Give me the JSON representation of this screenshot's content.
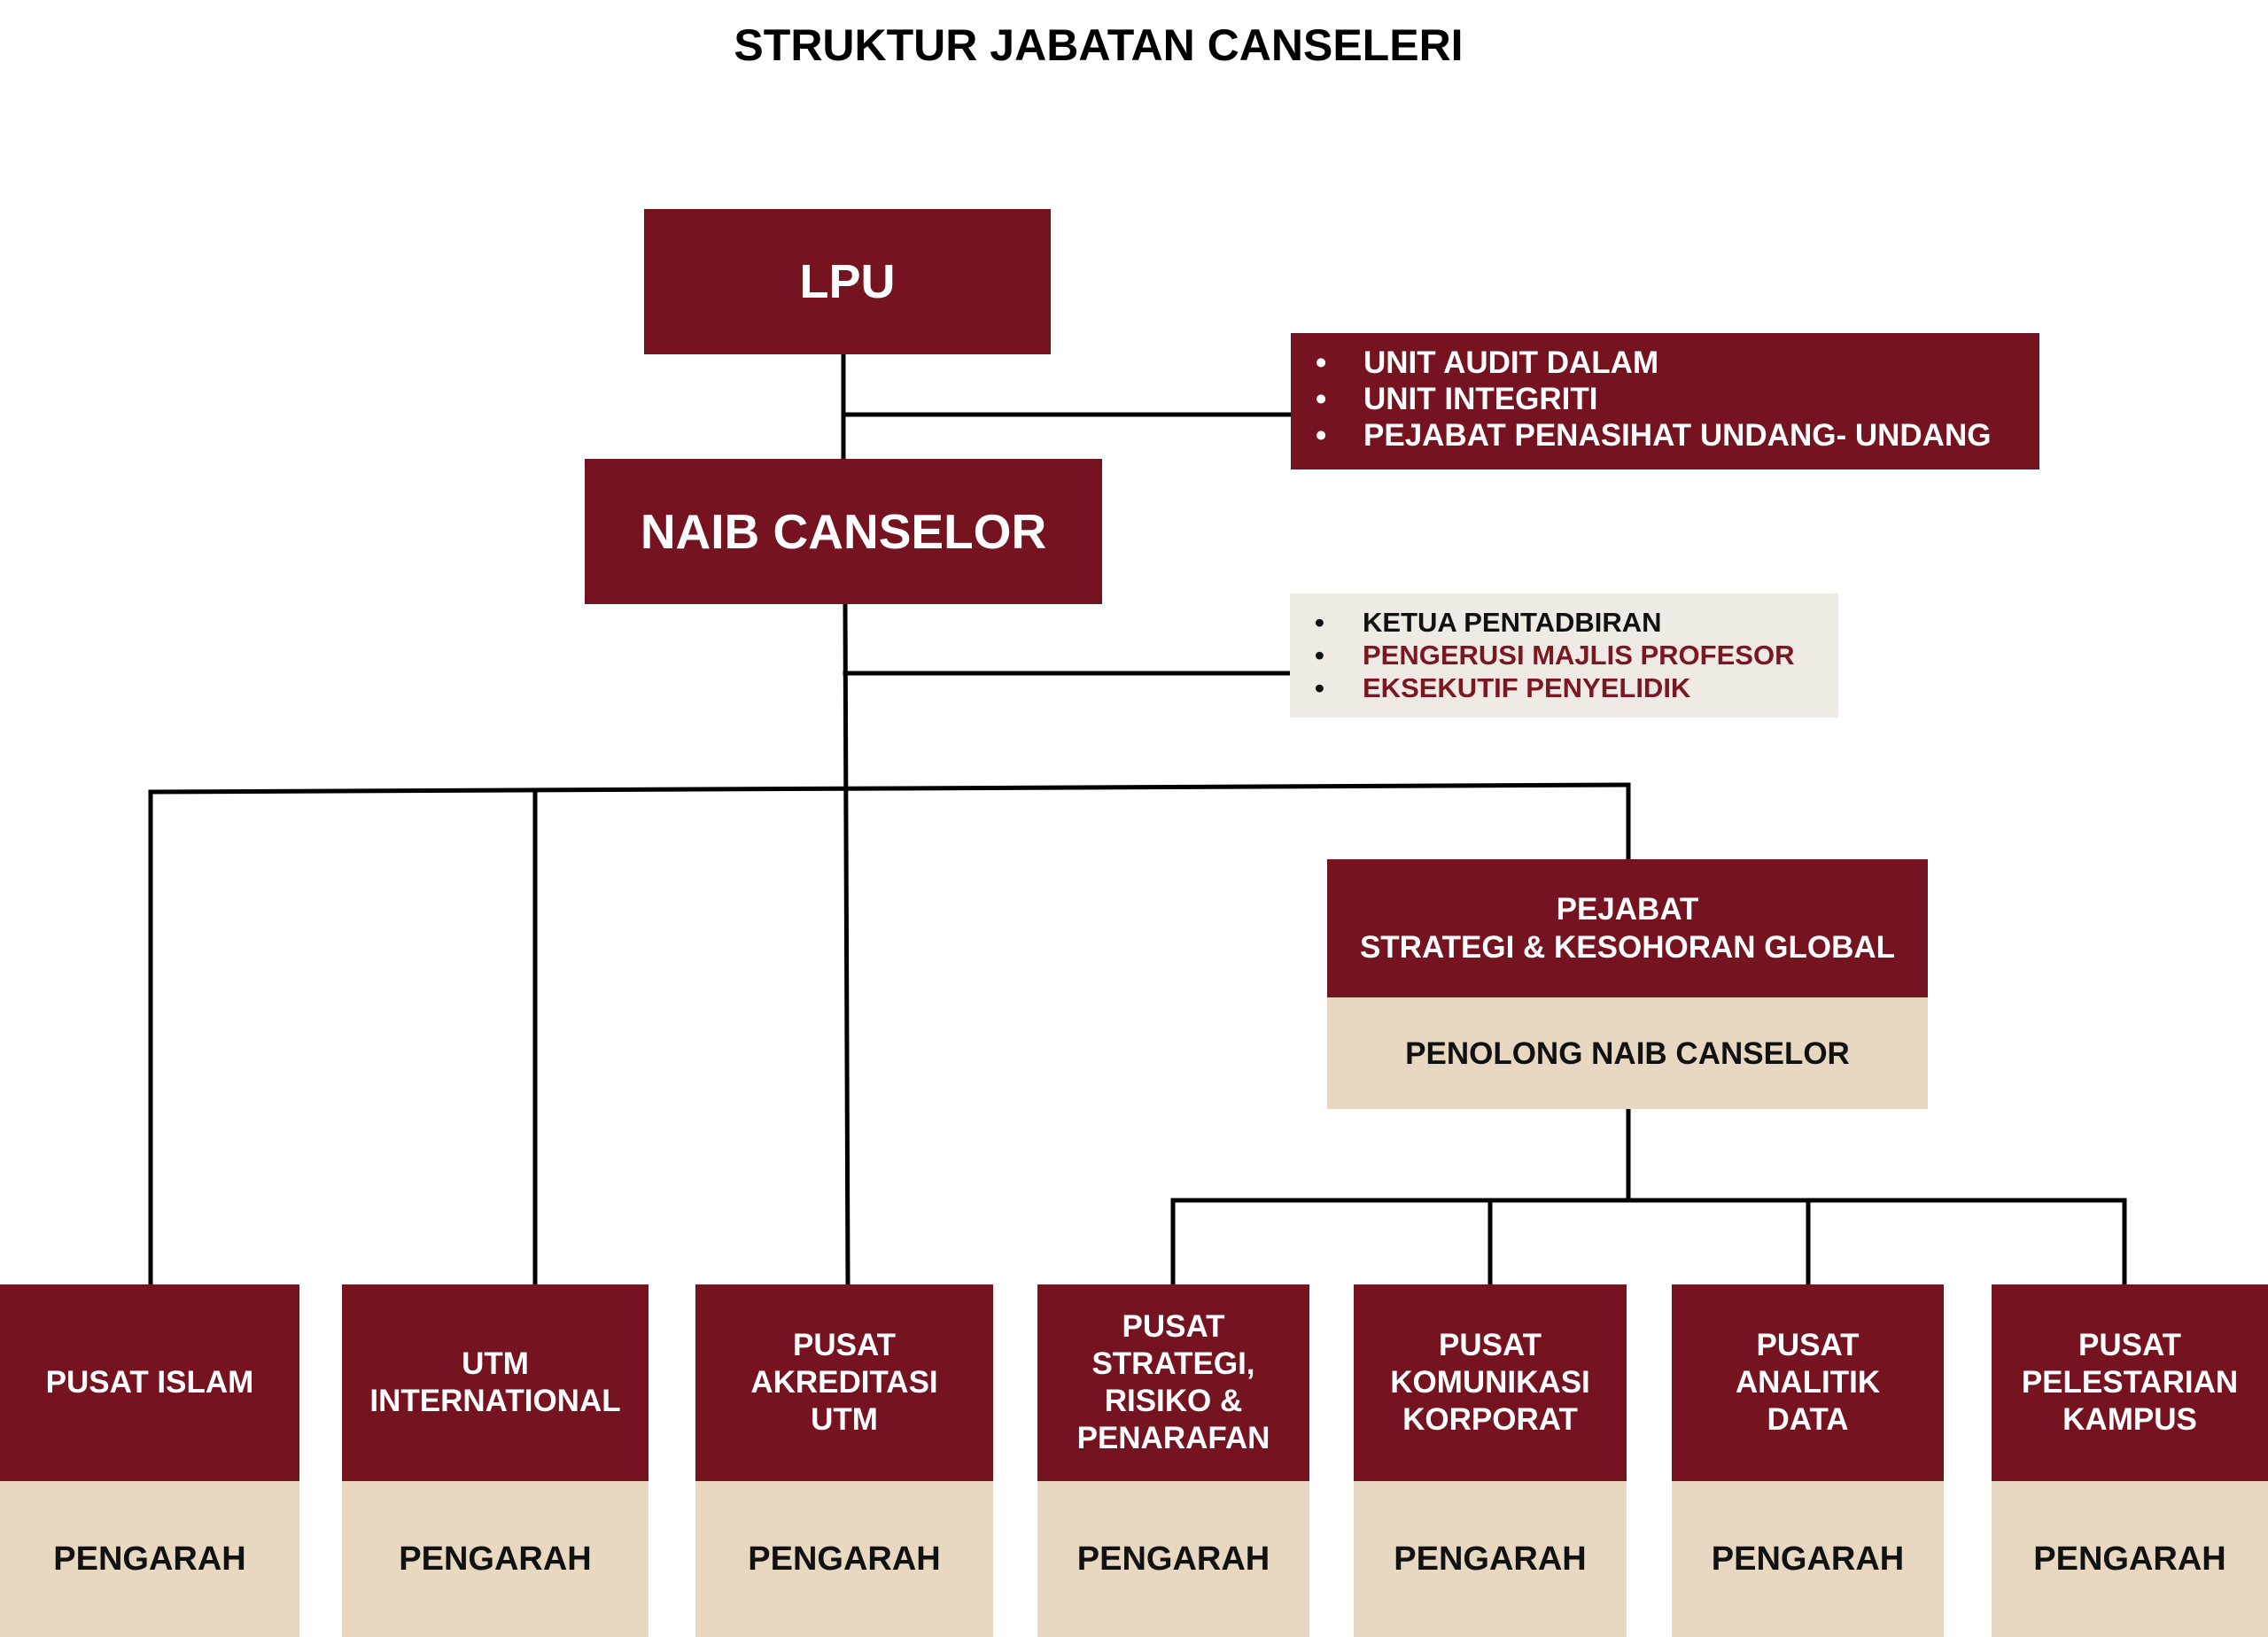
{
  "title": "STRUKTUR JABATAN CANSELERI",
  "nodes": {
    "lpu": "LPU",
    "naib_canselor": "NAIB CANSELOR",
    "pejabat_strategi": {
      "line1": "PEJABAT",
      "line2": "STRATEGI & KESOHORAN GLOBAL"
    },
    "penolong_naib_canselor": "PENOLONG NAIB CANSELOR"
  },
  "lpu_units": [
    "UNIT AUDIT DALAM",
    "UNIT INTEGRITI",
    "PEJABAT PENASIHAT UNDANG- UNDANG"
  ],
  "naib_canselor_roles": [
    "KETUA PENTADBIRAN",
    "PENGERUSI MAJLIS PROFESOR",
    "EKSEKUTIF PENYELIDIK"
  ],
  "units": [
    {
      "name_lines": [
        "PUSAT ISLAM"
      ],
      "head": "PENGARAH"
    },
    {
      "name_lines": [
        "UTM",
        "INTERNATIONAL"
      ],
      "head": "PENGARAH"
    },
    {
      "name_lines": [
        "PUSAT",
        "AKREDITASI",
        "UTM"
      ],
      "head": "PENGARAH"
    },
    {
      "name_lines": [
        "PUSAT",
        "STRATEGI,",
        "RISIKO &",
        "PENARAFAN"
      ],
      "head": "PENGARAH"
    },
    {
      "name_lines": [
        "PUSAT",
        "KOMUNIKASI",
        "KORPORAT"
      ],
      "head": "PENGARAH"
    },
    {
      "name_lines": [
        "PUSAT",
        "ANALITIK",
        "DATA"
      ],
      "head": "PENGARAH"
    },
    {
      "name_lines": [
        "PUSAT",
        "PELESTARIAN",
        "KAMPUS"
      ],
      "head": "PENGARAH"
    }
  ],
  "colors": {
    "maroon": "#751420",
    "beige": "#e8d8c2",
    "grey": "#efebe4",
    "line": "#000000"
  }
}
